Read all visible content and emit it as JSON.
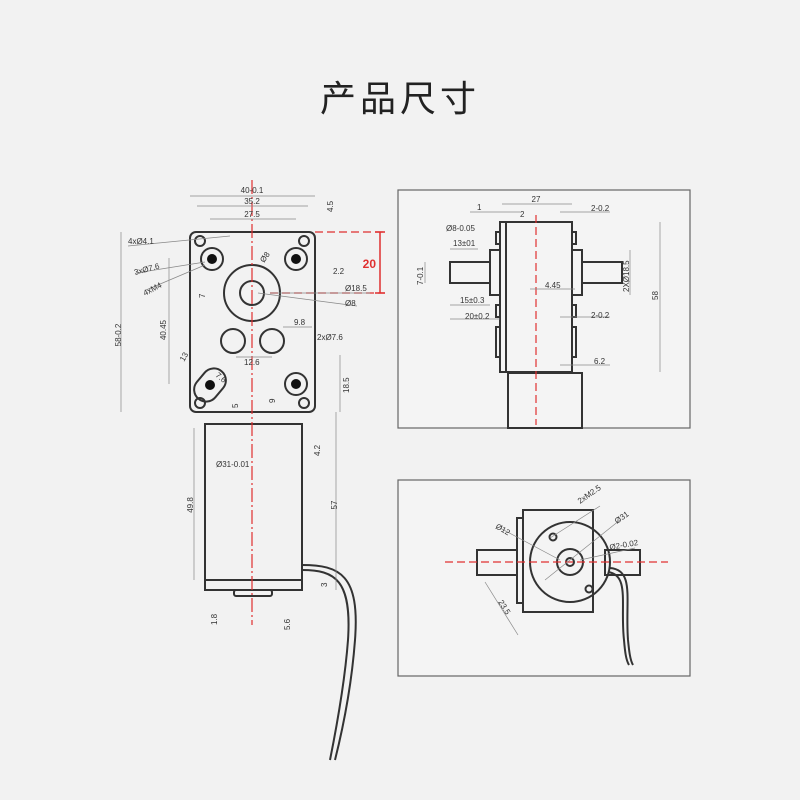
{
  "title": "产品尺寸",
  "front_view": {
    "width": "40-0.1",
    "hole_span": "35.2",
    "inner_span": "27.5",
    "top_offset": "4.5",
    "mount_holes": "4xØ4.1",
    "counterbore": "3xØ7.6",
    "thread": "4xM4",
    "shaft_d": "Ø8",
    "boss_d": "Ø18.5",
    "bore_d": "Ø8",
    "offset_2_2": "2.2",
    "shaft_flat": "7",
    "height": "58-0.2",
    "hole_height": "40.45",
    "highlight": "20",
    "spacing_9_8": "9.8",
    "two_holes": "2xØ7.6",
    "spacing_12_6": "12.6",
    "slot_len": "13",
    "slot_w": "7.6",
    "bottom_5": "5",
    "bottom_9": "9",
    "right_18_5": "18.5"
  },
  "motor_view": {
    "diameter": "Ø31-0.01",
    "length": "49.8",
    "gap": "4.2",
    "total": "57",
    "d3": "3",
    "d1_8": "1.8",
    "d5_6": "5.6"
  },
  "side_view": {
    "width": "27",
    "d1": "1",
    "d2": "2",
    "flange": "2-0.2",
    "shaft": "Ø8-0.05",
    "len13": "13±01",
    "flat": "7-0.1",
    "boss": "2XØ18.5",
    "center": "4.45",
    "len15": "15±0.3",
    "flange2": "2-0.2",
    "len20": "20±0.2",
    "height": "58",
    "d6_2": "6.2"
  },
  "bottom_view": {
    "screws": "2xM2.5",
    "d12": "Ø12",
    "d31": "Ø31",
    "shaft": "Ø2-0.02",
    "pcd": "23.5"
  },
  "colors": {
    "accent": "#e03030",
    "line": "#333333"
  }
}
